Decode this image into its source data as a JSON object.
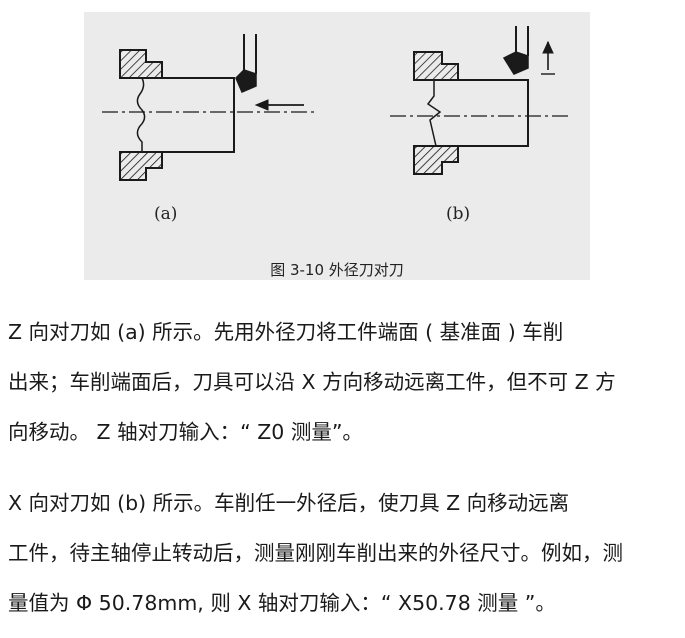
{
  "figure": {
    "label_a": "(a)",
    "label_b": "(b)",
    "caption": "图 3-10 外径刀对刀",
    "stroke_color": "#1a1a1a",
    "background_color": "#ebebeb"
  },
  "paragraphs": [
    {
      "lines": [
        "  Z 向对刀如 (a) 所示。先用外径刀将工件端面 ( 基准面 ) 车削",
        "出来；车削端面后，刀具可以沿 X 方向移动远离工件，但不可 Z 方",
        "向移动。 Z 轴对刀输入：“ Z0 测量”。"
      ]
    },
    {
      "lines": [
        "  X 向对刀如 (b) 所示。车削任一外径后，使刀具 Z 向移动远离",
        "工件，待主轴停止转动后，测量刚刚车削出来的外径尺寸。例如，测",
        "量值为 Φ 50.78mm, 则 X 轴对刀输入：“ X50.78 测量 ”。"
      ]
    }
  ]
}
